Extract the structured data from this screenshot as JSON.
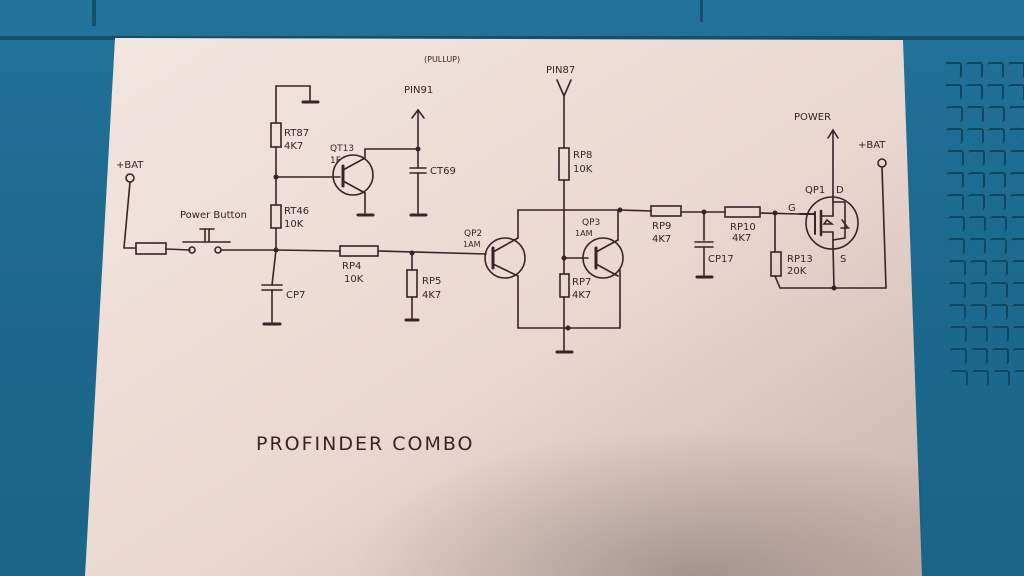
{
  "scene": {
    "description": "Photo of a hand-drawn circuit schematic on white paper lying on a blue silicone mat",
    "mat_color": "#1f6a8c",
    "paper_color": "#ecdcd5",
    "ink_color": "#3a2228"
  },
  "schematic": {
    "title": "PROFINDER COMBO",
    "annotation_pullup": "(PULLUP)",
    "ports": {
      "bat_left": "+BAT",
      "bat_right": "+BAT",
      "pin91": "PIN91",
      "pin87": "PIN87",
      "power": "POWER"
    },
    "switch_label": "Power Button",
    "resistors": [
      {
        "ref": "RT87",
        "value": "4K7"
      },
      {
        "ref": "RT46",
        "value": "10K"
      },
      {
        "ref": "RP4",
        "value": "10K"
      },
      {
        "ref": "RP5",
        "value": "4K7"
      },
      {
        "ref": "RP8",
        "value": "10K"
      },
      {
        "ref": "RP7",
        "value": "4K7"
      },
      {
        "ref": "RP9",
        "value": "4K7"
      },
      {
        "ref": "RP10",
        "value": "4K7"
      },
      {
        "ref": "RP13",
        "value": "20K"
      }
    ],
    "capacitors": [
      {
        "ref": "CT69"
      },
      {
        "ref": "CP7"
      },
      {
        "ref": "CP17"
      }
    ],
    "transistors": [
      {
        "ref": "QT13",
        "marking": "1F"
      },
      {
        "ref": "QP2",
        "marking": "1AM"
      },
      {
        "ref": "QP3",
        "marking": "1AM"
      },
      {
        "ref": "QP1",
        "pins": {
          "gate": "G",
          "drain": "D",
          "source": "S"
        }
      }
    ]
  }
}
